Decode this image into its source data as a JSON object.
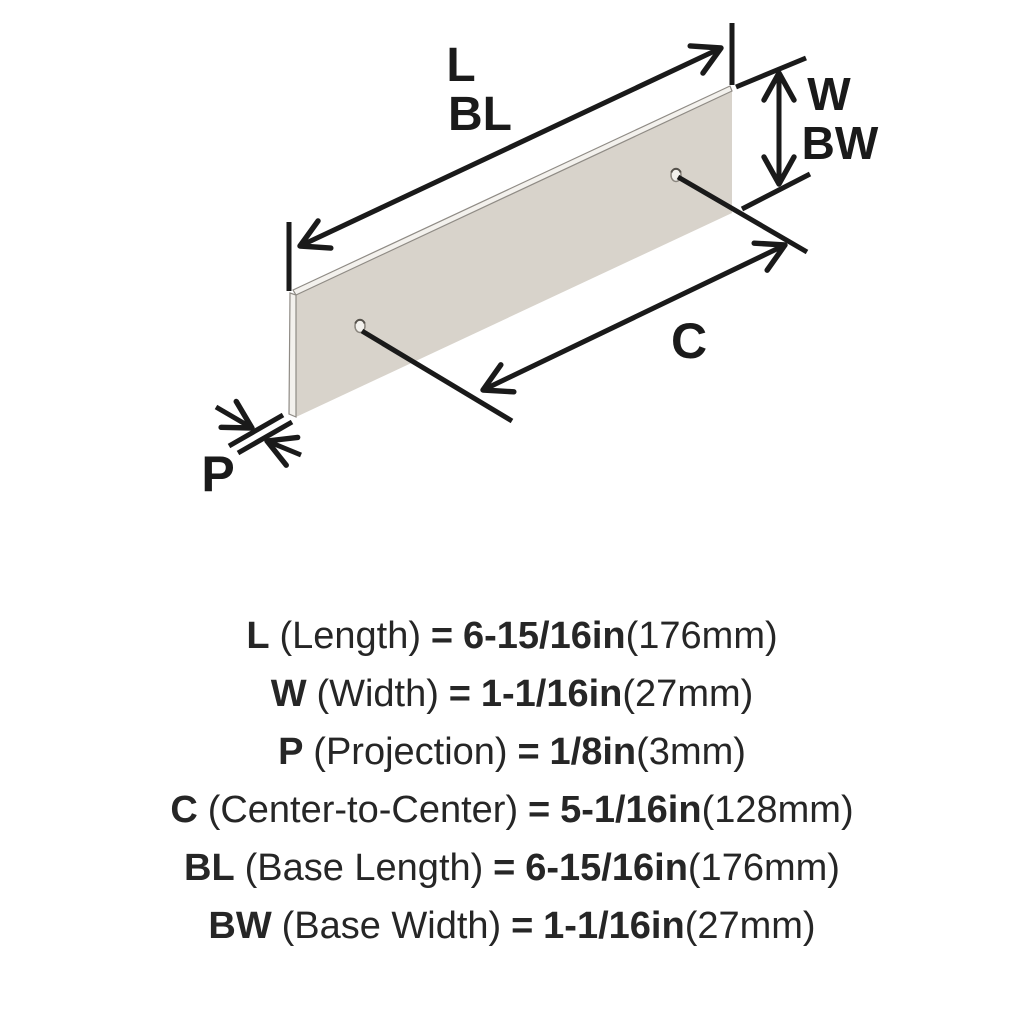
{
  "diagram": {
    "part": "flat rectangular backplate with two screw holes, isometric view",
    "plate_color": "#d8d3cb",
    "bevel_color": "#f3f1ed",
    "edge_line_color": "#8f8b85",
    "dimension_line_color": "#1a1a1a",
    "labels": {
      "length": "L",
      "base_length": "BL",
      "width": "W",
      "base_width": "BW",
      "center_to_center": "C",
      "projection": "P"
    }
  },
  "specs": [
    {
      "symbol": "L",
      "label": "(Length)",
      "eq": "=",
      "imperial": "6-15/16in",
      "metric": "(176mm)"
    },
    {
      "symbol": "W",
      "label": "(Width)",
      "eq": "=",
      "imperial": "1-1/16in",
      "metric": "(27mm)"
    },
    {
      "symbol": "P",
      "label": "(Projection)",
      "eq": "=",
      "imperial": "1/8in",
      "metric": "(3mm)"
    },
    {
      "symbol": "C",
      "label": "(Center-to-Center)",
      "eq": "=",
      "imperial": "5-1/16in",
      "metric": "(128mm)"
    },
    {
      "symbol": "BL",
      "label": "(Base Length)",
      "eq": "=",
      "imperial": "6-15/16in",
      "metric": "(176mm)"
    },
    {
      "symbol": "BW",
      "label": "(Base Width)",
      "eq": "=",
      "imperial": "1-1/16in",
      "metric": "(27mm)"
    }
  ]
}
